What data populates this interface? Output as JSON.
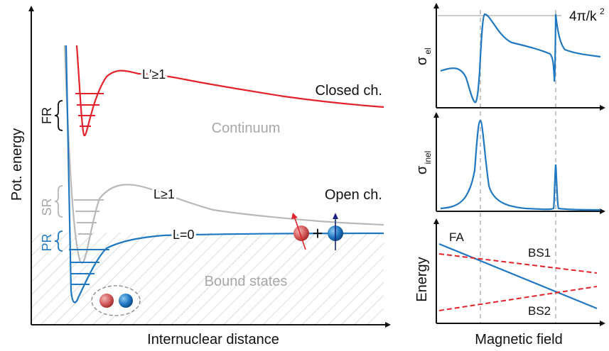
{
  "colors": {
    "closed": "#e3232b",
    "open": "#1f78c1",
    "gray": "#b8b8b8",
    "axis": "#111111",
    "text_gray": "#a8a8a8",
    "dash_red": "#e3232b",
    "hatch": "#c8c8c8"
  },
  "left_panel": {
    "ylabel": "Pot. energy",
    "xlabel": "Internuclear distance",
    "closed_channel_label": "Closed ch.",
    "open_channel_label": "Open ch.",
    "continuum_label": "Continuum",
    "bound_states_label": "Bound states",
    "curve_labels": {
      "red": "L′≥1",
      "gray": "L≥1",
      "blue": "L=0"
    },
    "bracket_labels": {
      "fr": "FR",
      "sr": "SR",
      "pr": "PR"
    },
    "plus_sign": "+"
  },
  "right_panels": {
    "elastic": {
      "ylabel": "σ",
      "ylabel_sub": "el",
      "limit_label": "4π/k",
      "limit_sup": "2"
    },
    "inelastic": {
      "ylabel": "σ",
      "ylabel_sub": "inel"
    },
    "energy": {
      "ylabel": "Energy",
      "xlabel": "Magnetic field",
      "fa_label": "FA",
      "bs1_label": "BS1",
      "bs2_label": "BS2"
    }
  }
}
